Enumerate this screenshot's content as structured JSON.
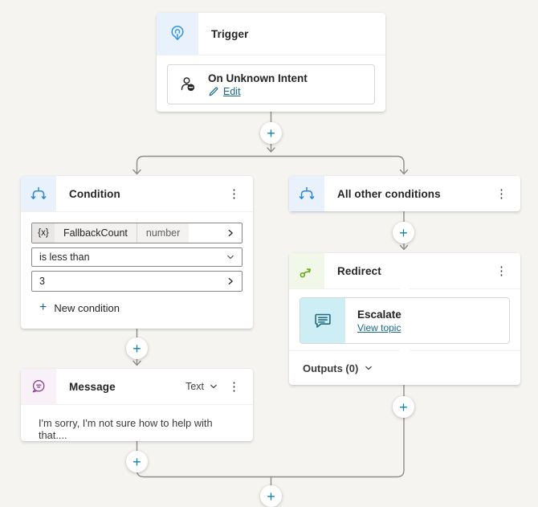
{
  "glyphs": {
    "more_options": "⋮",
    "plus": "+"
  },
  "colors": {
    "accent_link": "#17698a",
    "plus_teal": "#1780a8",
    "trigger_blue": "#3595de",
    "condition_blue": "#2b88d8",
    "redirect_green": "#69ac18",
    "message_purple": "#8f3d96",
    "escalate_teal": "#20697f"
  },
  "trigger_node": {
    "title": "Trigger",
    "item": {
      "title": "On Unknown Intent",
      "edit_label": "Edit"
    }
  },
  "condition_node": {
    "title": "Condition",
    "variable": {
      "prefix": "{x}",
      "name": "FallbackCount",
      "type": "number"
    },
    "operator": "is less than",
    "value": "3",
    "new_condition_label": "New condition"
  },
  "all_other_conditions_node": {
    "title": "All other conditions"
  },
  "redirect_node": {
    "title": "Redirect",
    "topic": {
      "title": "Escalate",
      "link_label": "View topic"
    },
    "outputs_label": "Outputs (0)"
  },
  "message_node": {
    "title": "Message",
    "type_selector": "Text",
    "text": "I'm sorry, I'm not sure how to help with that...."
  }
}
